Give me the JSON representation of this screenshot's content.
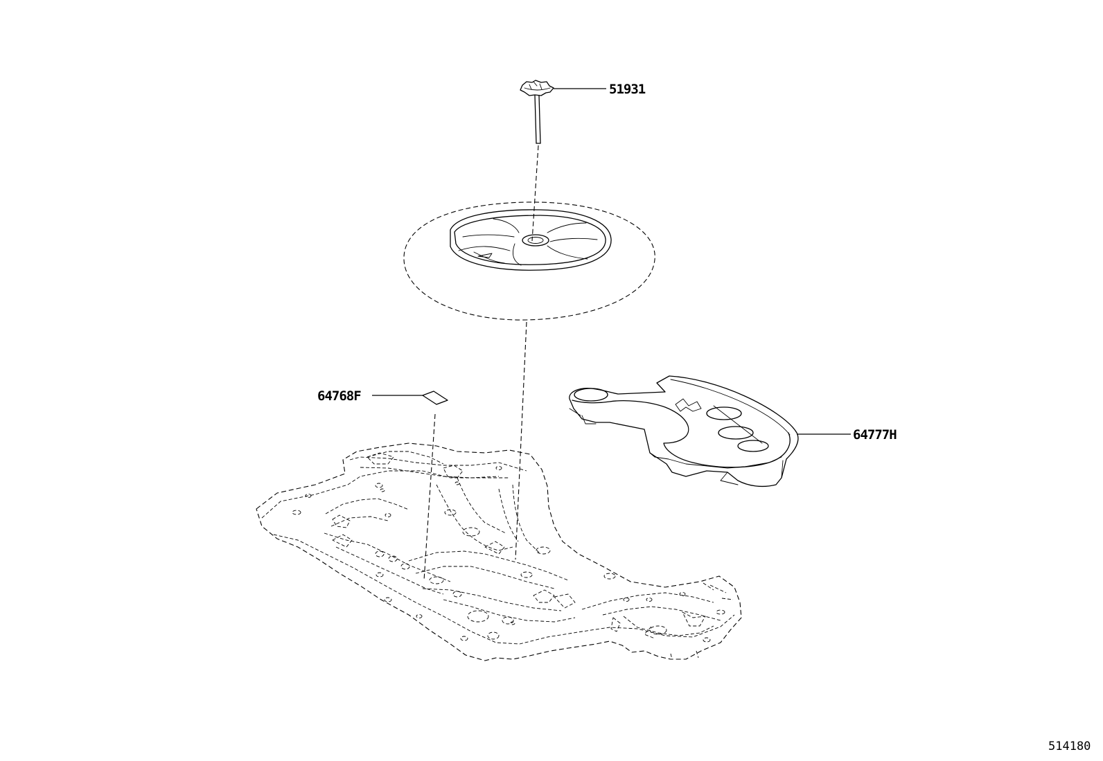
{
  "parts": [
    {
      "number": "51931",
      "name": "spare-wheel-hold-down-bolt"
    },
    {
      "number": "64768F",
      "name": "floor-pad"
    },
    {
      "number": "64777H",
      "name": "spare-tire-cover"
    }
  ],
  "reference_number": "514180"
}
